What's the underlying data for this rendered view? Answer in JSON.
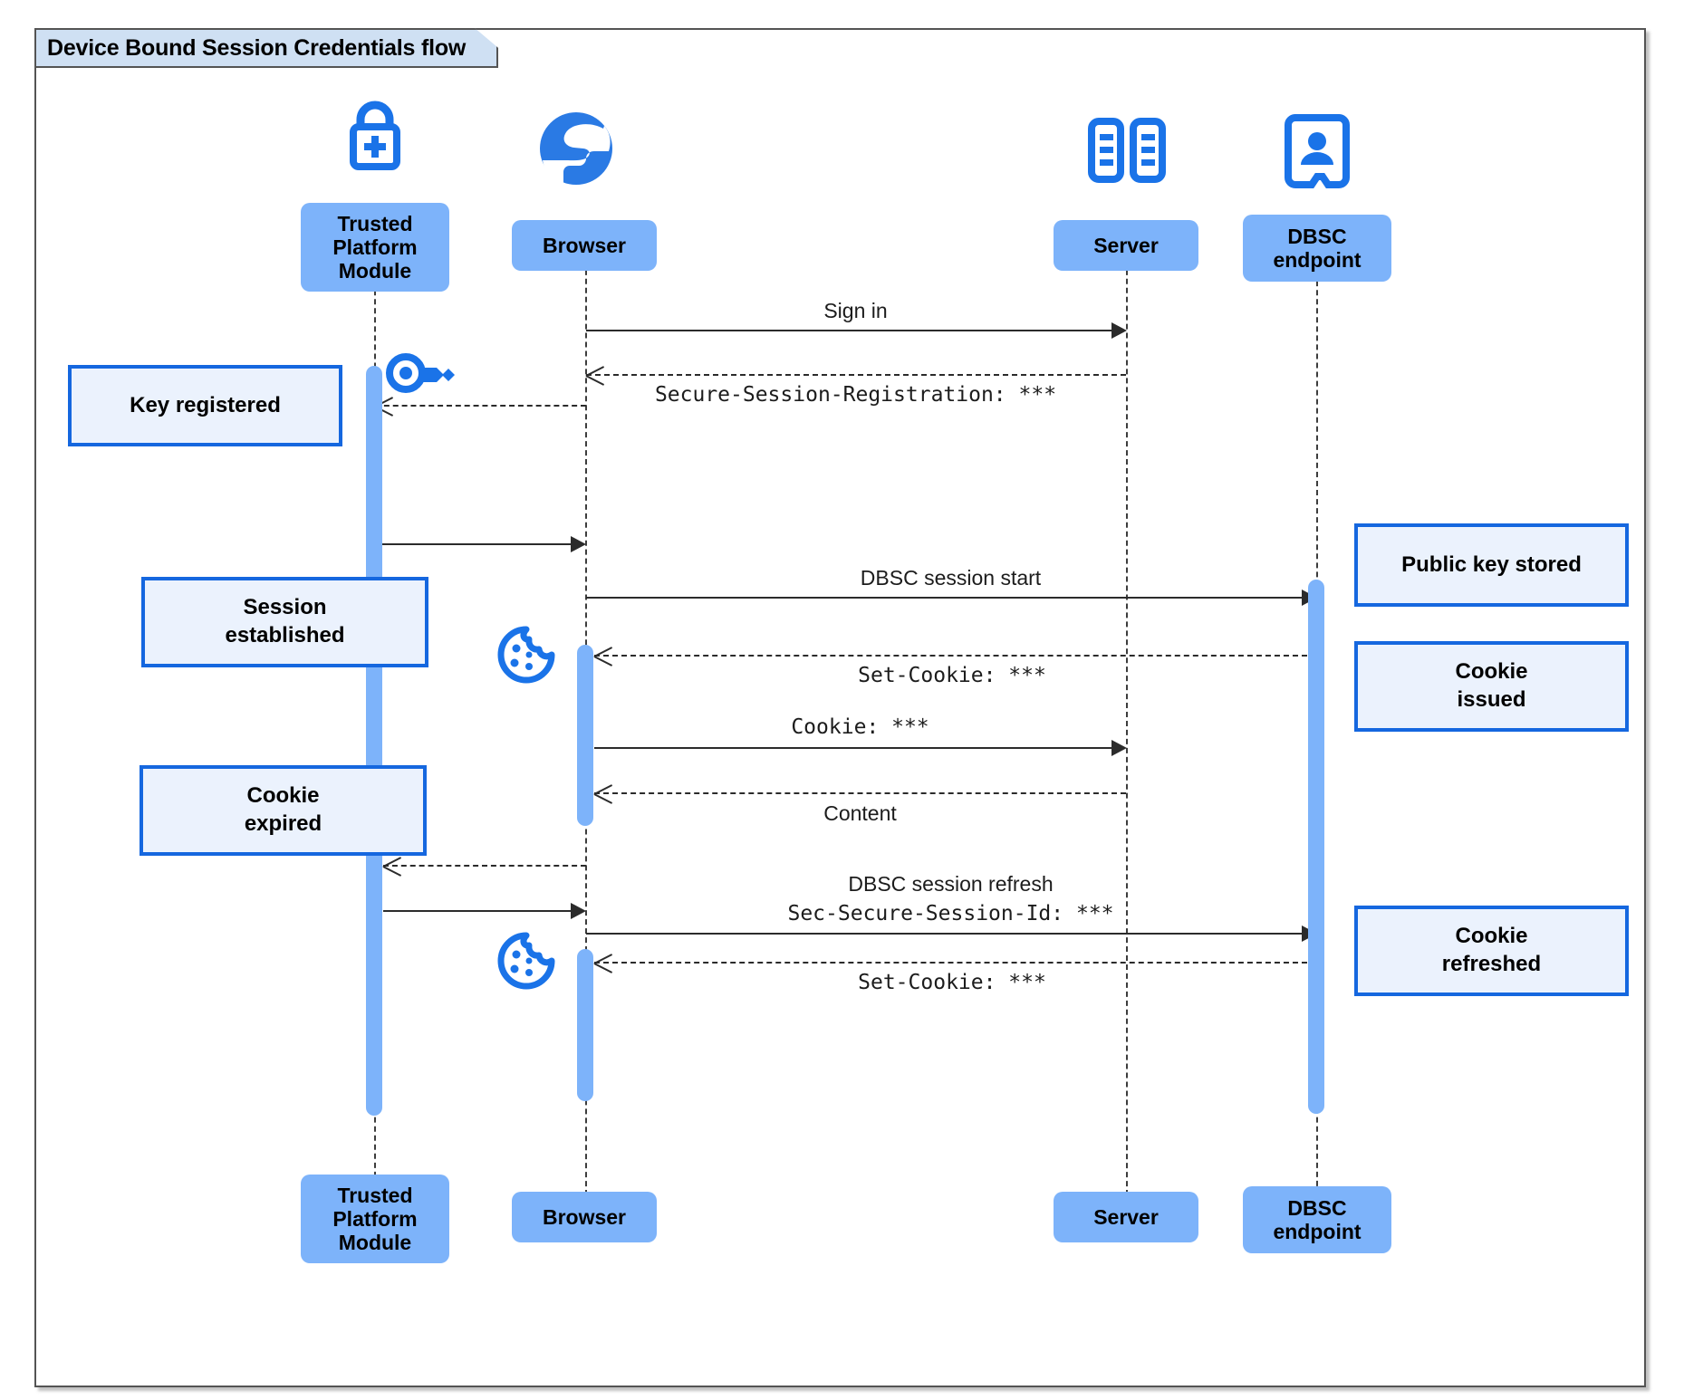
{
  "diagram": {
    "title": "Device Bound Session Credentials flow",
    "type": "uml-sequence-diagram",
    "colors": {
      "participant_fill": "#7db3fa",
      "note_fill": "#ebf2fd",
      "note_border": "#1567df",
      "icon_blue": "#1a73e8",
      "frame_border": "#545454",
      "title_tab_fill": "#cfe0f3",
      "line": "#2b2b2b"
    }
  },
  "participants": [
    {
      "id": "tpm",
      "label": "Trusted\nPlatform\nModule",
      "label_line1": "Trusted",
      "label_line2": "Platform",
      "label_line3": "Module",
      "icon": "lock-plus-icon"
    },
    {
      "id": "browser",
      "label": "Browser",
      "icon": "globe-icon"
    },
    {
      "id": "server",
      "label": "Server",
      "icon": "server-rack-icon"
    },
    {
      "id": "dbsc",
      "label": "DBSC\nendpoint",
      "label_line1": "DBSC",
      "label_line2": "endpoint",
      "icon": "id-badge-icon"
    }
  ],
  "messages": [
    {
      "id": "m1",
      "from": "browser",
      "to": "server",
      "style": "solid",
      "label": "Sign in",
      "font": "sans"
    },
    {
      "id": "m2",
      "from": "server",
      "to": "browser",
      "style": "dashed",
      "label": "Secure-Session-Registration: ***",
      "font": "mono"
    },
    {
      "id": "m3",
      "from": "browser",
      "to": "tpm",
      "style": "dashed",
      "label": "",
      "font": "sans"
    },
    {
      "id": "m4",
      "from": "tpm",
      "to": "browser",
      "style": "solid",
      "label": "",
      "font": "sans"
    },
    {
      "id": "m5",
      "from": "browser",
      "to": "dbsc",
      "style": "solid",
      "label": "DBSC session start",
      "font": "sans"
    },
    {
      "id": "m6",
      "from": "dbsc",
      "to": "browser",
      "style": "dashed",
      "label": "Set-Cookie: ***",
      "font": "mono"
    },
    {
      "id": "m7",
      "from": "browser",
      "to": "server",
      "style": "solid",
      "label": "Cookie: ***",
      "font": "mono"
    },
    {
      "id": "m8",
      "from": "server",
      "to": "browser",
      "style": "dashed",
      "label": "Content",
      "font": "sans"
    },
    {
      "id": "m9",
      "from": "browser",
      "to": "tpm",
      "style": "dashed",
      "label": "",
      "font": "sans"
    },
    {
      "id": "m10",
      "from": "tpm",
      "to": "browser",
      "style": "solid",
      "label": "",
      "font": "sans"
    },
    {
      "id": "m11",
      "from": "browser",
      "to": "dbsc",
      "style": "solid",
      "label_sans": "DBSC session refresh",
      "label_mono": "Sec-Secure-Session-Id: ***"
    },
    {
      "id": "m12",
      "from": "dbsc",
      "to": "browser",
      "style": "dashed",
      "label": "Set-Cookie: ***",
      "font": "mono"
    }
  ],
  "notes": [
    {
      "id": "n1",
      "side": "left",
      "text": "Key registered",
      "line1": "Key registered"
    },
    {
      "id": "n2",
      "side": "left",
      "text": "Session established",
      "line1": "Session",
      "line2": "established"
    },
    {
      "id": "n3",
      "side": "left",
      "text": "Cookie expired",
      "line1": "Cookie",
      "line2": "expired"
    },
    {
      "id": "n4",
      "side": "right",
      "text": "Public key stored",
      "line1": "Public key stored"
    },
    {
      "id": "n5",
      "side": "right",
      "text": "Cookie issued",
      "line1": "Cookie",
      "line2": "issued"
    },
    {
      "id": "n6",
      "side": "right",
      "text": "Cookie refreshed",
      "line1": "Cookie",
      "line2": "refreshed"
    }
  ],
  "inline_icons": [
    {
      "id": "key1",
      "name": "key-icon",
      "near": "tpm"
    },
    {
      "id": "cookie1",
      "name": "cookie-icon",
      "near": "browser"
    },
    {
      "id": "cookie2",
      "name": "cookie-icon",
      "near": "browser"
    }
  ]
}
